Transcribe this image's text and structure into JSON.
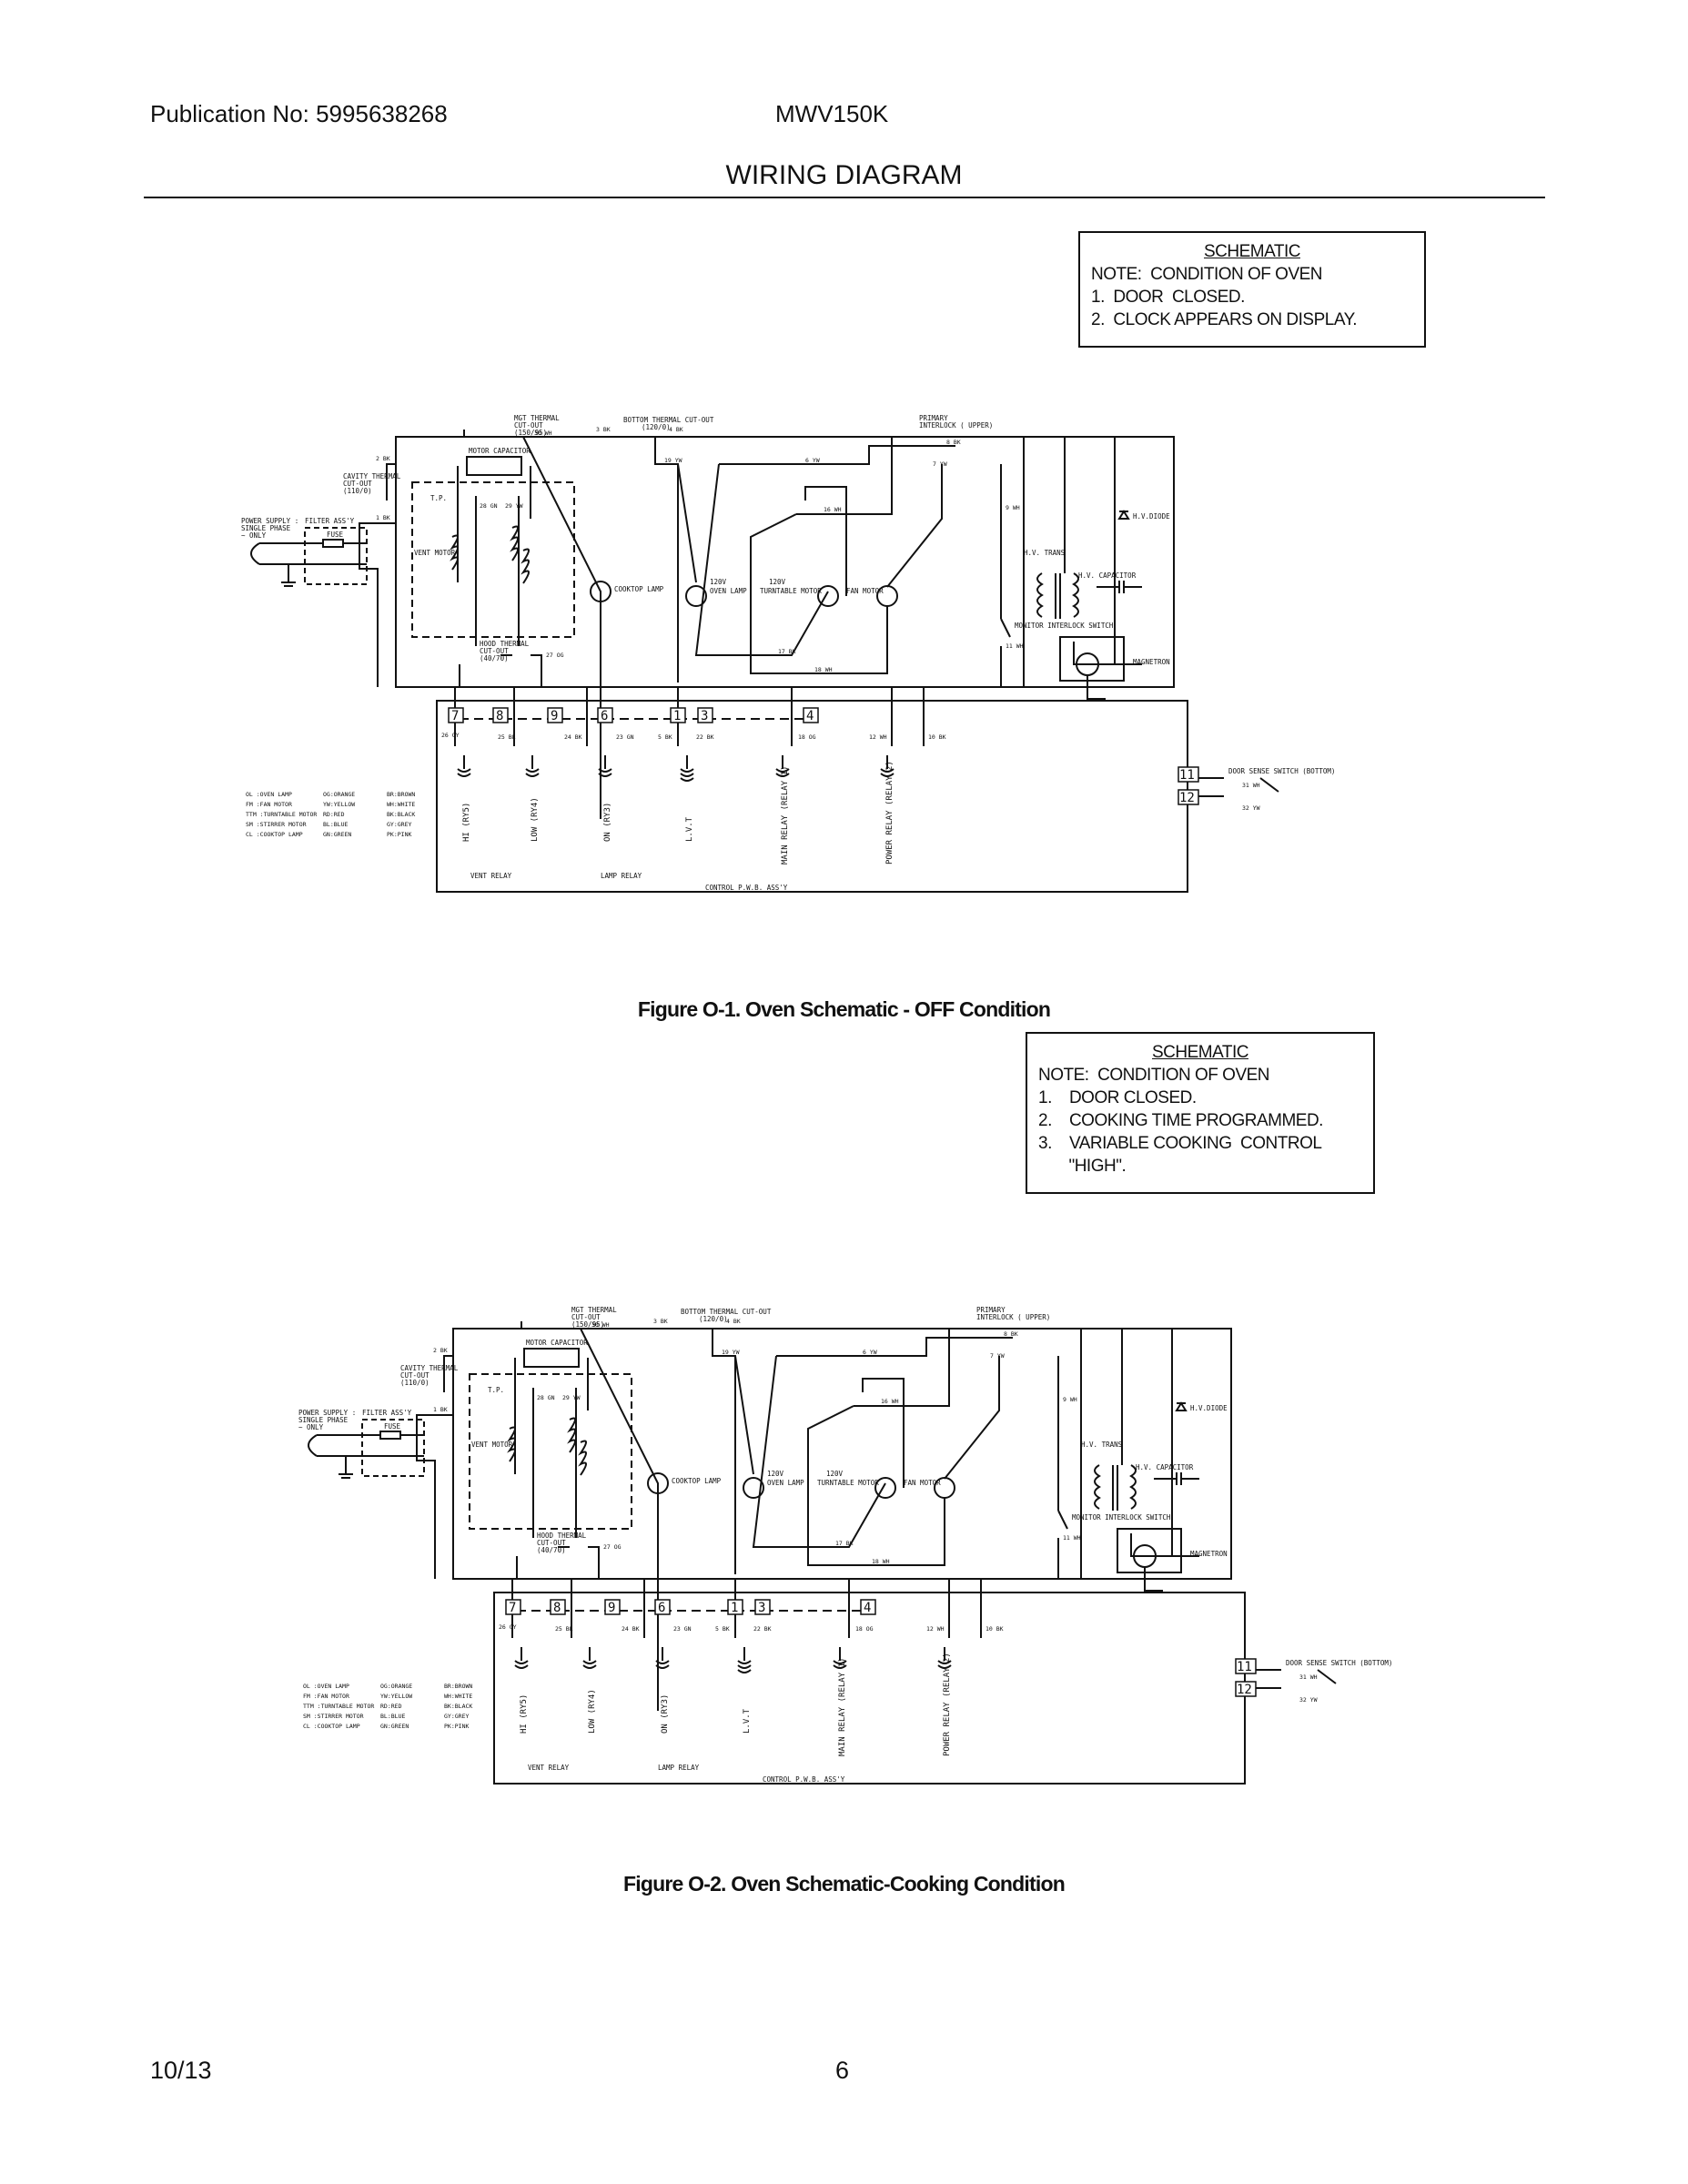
{
  "header": {
    "publication": "Publication No: 5995638268",
    "model": "MWV150K",
    "title": "WIRING DIAGRAM"
  },
  "note1": {
    "heading": "SCHEMATIC",
    "line1": "NOTE:  CONDITION OF OVEN",
    "item1": "1.  DOOR  CLOSED.",
    "item2": "2.  CLOCK APPEARS ON DISPLAY."
  },
  "note2": {
    "heading": "SCHEMATIC",
    "line1": "NOTE:  CONDITION OF OVEN",
    "item1": "1.    DOOR CLOSED.",
    "item2": "2.    COOKING TIME PROGRAMMED.",
    "item3": "3.    VARIABLE COOKING  CONTROL",
    "item3b": "       \"HIGH\"."
  },
  "figure1_caption": "Figure O-1.    Oven Schematic - OFF  Condition",
  "figure2_caption": "Figure O-2.    Oven Schematic-Cooking Condition",
  "schematic": {
    "mgt_thermal": "MGT THERMAL",
    "cut_out": "CUT-OUT",
    "mgt_temp": "(150/95)",
    "bottom_thermal": "BOTTOM THERMAL CUT-OUT",
    "bottom_temp": "(120/0)",
    "primary": "PRIMARY",
    "interlock_upper": "INTERLOCK ( UPPER)",
    "cavity_thermal": "CAVITY THERMAL",
    "cavity_temp": "(110/0)",
    "motor_capacitor": "MOTOR CAPACITOR",
    "tp": "T.P.",
    "power_supply": "POWER SUPPLY :",
    "single_phase": "SINGLE PHASE",
    "only": "~ ONLY",
    "filter": "FILTER ASS'Y",
    "fuse": "FUSE",
    "vent_motor": "VENT MOTOR",
    "hood_thermal": "HOOD THERMAL",
    "hood_temp": "(40/70)",
    "cooktop_lamp": "COOKTOP LAMP",
    "v120": "120V",
    "oven_lamp": "OVEN LAMP",
    "turntable_motor": "TURNTABLE MOTOR",
    "fan_motor": "FAN MOTOR",
    "hv_trans": "H.V. TRANS",
    "hv_capacitor": "H.V. CAPACITOR",
    "hv_diode": "H.V.DIODE",
    "magnetron": "MAGNETRON",
    "monitor": "MONITOR INTERLOCK SWITCH",
    "door_sense": "DOOR SENSE SWITCH (BOTTOM)",
    "hi": "HI (RY5)",
    "low": "LOW (RY4)",
    "on": "ON (RY3)",
    "lvt": "L.V.T",
    "main_relay": "MAIN RELAY (RELAY 1)",
    "power_relay": "POWER RELAY (RELAY 2)",
    "vent_relay": "VENT RELAY",
    "lamp_relay": "LAMP RELAY",
    "control_pwb": "CONTROL P.W.B. ASS'Y",
    "legend": [
      "OL :OVEN LAMP",
      "FM :FAN MOTOR",
      "TTM :TURNTABLE MOTOR",
      "SM :STIRRER MOTOR",
      "CL :COOKTOP LAMP"
    ],
    "colors": [
      "OG:ORANGE",
      "YW:YELLOW",
      "RD:RED",
      "BL:BLUE",
      "GN:GREEN"
    ],
    "colors2": [
      "BR:BROWN",
      "WH:WHITE",
      "BK:BLACK",
      "GY:GREY",
      "PK:PINK"
    ],
    "wires": [
      "30 WH",
      "3 BK",
      "4 BK",
      "19 YW",
      "6 YW",
      "8 BK",
      "7 YW",
      "9 WH",
      "16 WH",
      "17 BK",
      "18 WH",
      "11 WH",
      "2 BK",
      "1 BK",
      "28 GN",
      "29 YW",
      "27 OG",
      "26 GY",
      "25 BL",
      "24 BK",
      "23 GN",
      "5 BK",
      "22 BK",
      "18 OG",
      "12 WH",
      "10 BK",
      "31 WH",
      "32 YW"
    ],
    "connectors": [
      "7",
      "8",
      "9",
      "6",
      "1",
      "3",
      "4",
      "11",
      "12"
    ]
  }
}
